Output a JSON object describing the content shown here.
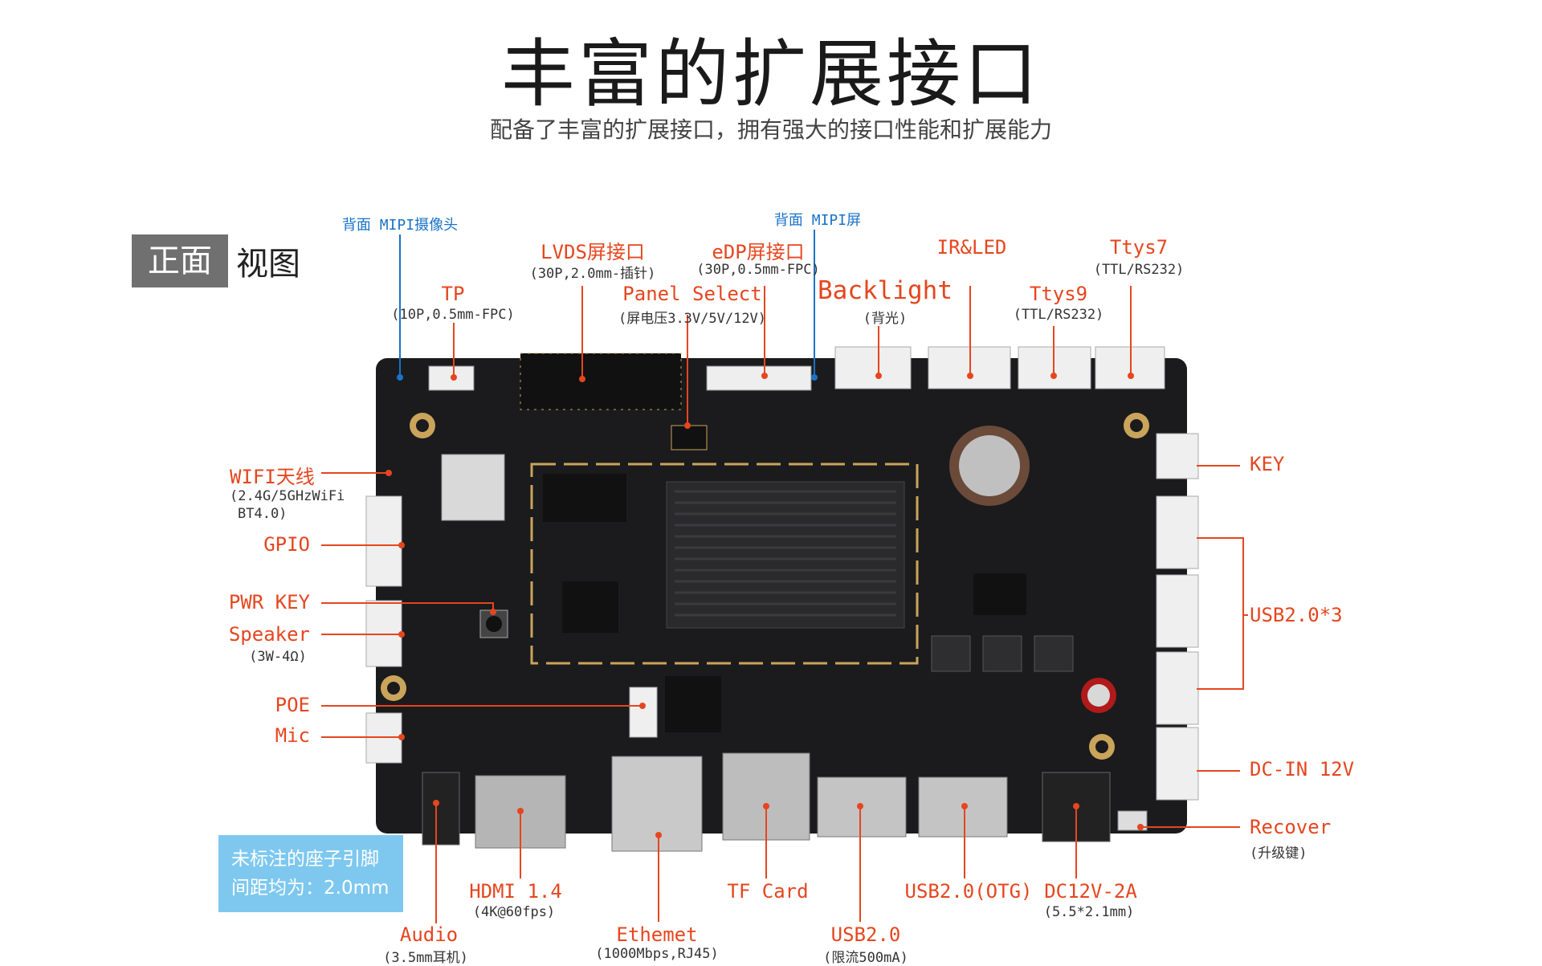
{
  "header": {
    "title": "丰富的扩展接口",
    "subtitle": "配备了丰富的扩展接口，拥有强大的接口性能和扩展能力"
  },
  "view_tab": {
    "dark": "正面",
    "light": "视图"
  },
  "note": {
    "line1": "未标注的座子引脚",
    "line2": "间距均为：2.0mm"
  },
  "labels": {
    "back_camera": "背面 MIPI摄像头",
    "back_screen": "背面 MIPI屏",
    "tp": "TP",
    "tp_sub": "(10P,0.5mm-FPC)",
    "lvds": "LVDS屏接口",
    "lvds_sub": "(30P,2.0mm-插针)",
    "panel_select": "Panel Select",
    "panel_select_sub": "(屏电压3.3V/5V/12V)",
    "edp": "eDP屏接口",
    "edp_sub": "(30P,0.5mm-FPC)",
    "backlight": "Backlight",
    "backlight_sub": "(背光)",
    "irled": "IR&LED",
    "ttys9": "Ttys9",
    "ttys9_sub": "(TTL/RS232)",
    "ttys7": "Ttys7",
    "ttys7_sub": "(TTL/RS232)",
    "wifi": "WIFI天线",
    "wifi_sub1": "(2.4G/5GHzWiFi",
    "wifi_sub2": "BT4.0)",
    "gpio": "GPIO",
    "pwr_key": "PWR KEY",
    "speaker": "Speaker",
    "speaker_sub": "(3W-4Ω)",
    "poe": "POE",
    "mic": "Mic",
    "key": "KEY",
    "usb3": "USB2.0*3",
    "dcin": "DC-IN 12V",
    "recover": "Recover",
    "recover_sub": "(升级键)",
    "audio": "Audio",
    "audio_sub": "(3.5mm耳机)",
    "hdmi": "HDMI 1.4",
    "hdmi_sub": "(4K@60fps)",
    "ethernet": "Ethemet",
    "ethernet_sub": "(1000Mbps,RJ45)",
    "tfcard": "TF Card",
    "usb20": "USB2.0",
    "usb20_sub": "(限流500mA)",
    "usbotg": "USB2.0(OTG)",
    "dc12v": "DC12V-2A",
    "dc12v_sub": "(5.5*2.1mm)"
  },
  "colors": {
    "label": "#e5461f",
    "blue": "#1a73c8",
    "board": "#1b1b1d",
    "note_bg": "#7ec8ef"
  }
}
